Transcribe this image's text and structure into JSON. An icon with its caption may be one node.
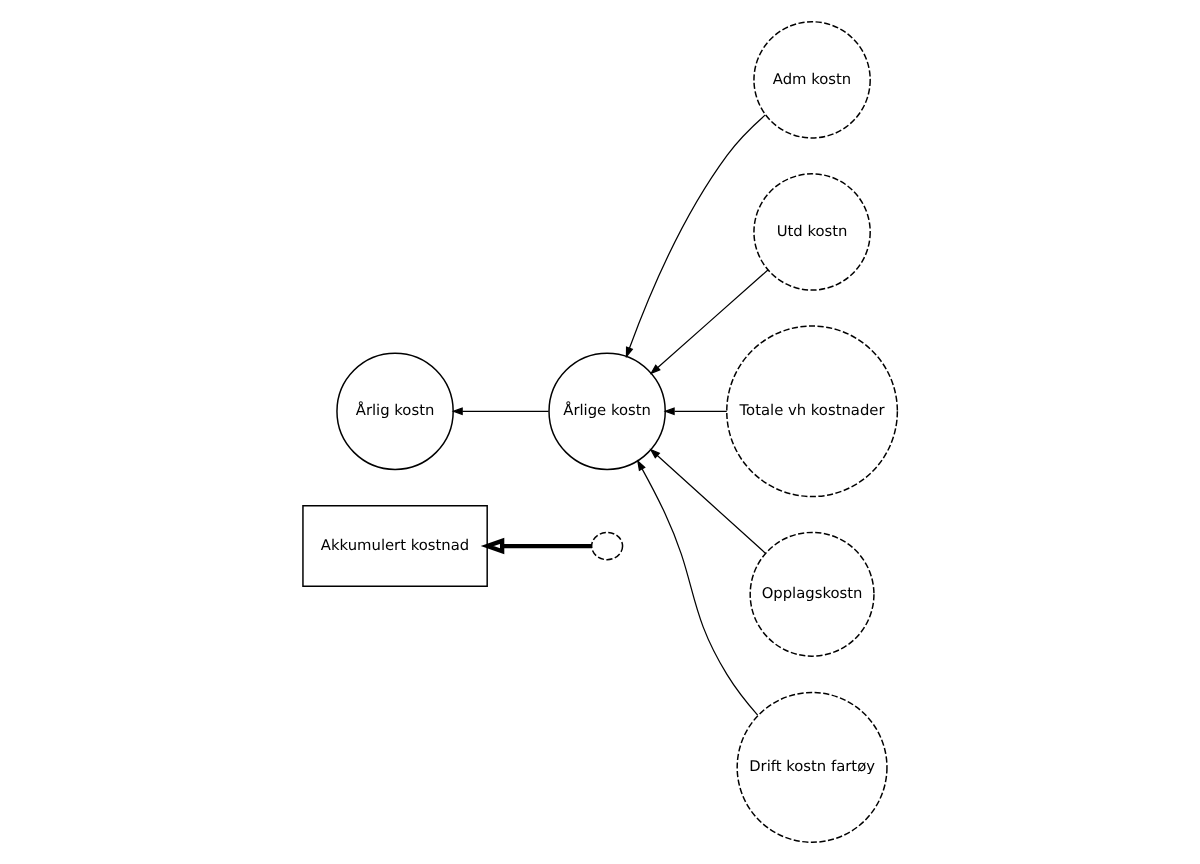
{
  "diagram": {
    "nodes": [
      {
        "text": [],
        "shape": "cloud"
      },
      {
        "text": [
          "Akkumulert kostnad"
        ]
      },
      {
        "text": [
          "Årlig kostn"
        ]
      },
      {
        "text": [
          "Årlige kostn"
        ]
      },
      {
        "text": [
          "Adm kostn"
        ]
      },
      {
        "text": [
          "Utd kostn"
        ]
      },
      {
        "text": [
          "Totale vh kostnader"
        ]
      },
      {
        "text": [
          "Opplagskostn"
        ]
      },
      {
        "text": [
          "Drift kostn fartøy"
        ]
      }
    ],
    "edges": [
      {
        "from": 0,
        "to": 1,
        "arrow": "to",
        "style": "thick"
      },
      {
        "from": 3,
        "to": 2,
        "arrow": "to"
      },
      {
        "from": 4,
        "to": 3,
        "arrow": "to"
      },
      {
        "from": 5,
        "to": 3,
        "arrow": "to"
      },
      {
        "from": 6,
        "to": 3,
        "arrow": "to"
      },
      {
        "from": 7,
        "to": 3,
        "arrow": "to"
      },
      {
        "from": 8,
        "to": 3,
        "arrow": "to"
      }
    ]
  }
}
